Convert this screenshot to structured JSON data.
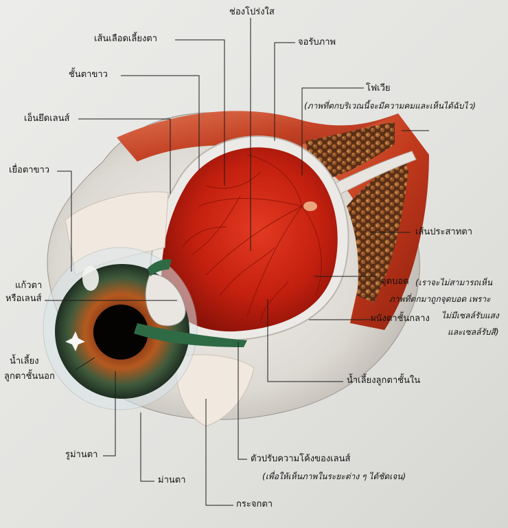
{
  "labels": {
    "vitreous_chamber": "ช่องโปร่งใส",
    "retinal_vessels": "เส้นเลือดเลี้ยงตา",
    "retina": "จอรับภาพ",
    "sclera": "ชั้นตาขาว",
    "fovea": "โฟเวีย",
    "fovea_note": "(ภาพที่ตกบริเวณนี้จะมีความคมและเห็นได้ฉับไว)",
    "lens_ligament": "เอ็นยึดเลนส์",
    "conjunctiva": "เยื่อตาขาว",
    "optic_nerve": "เส้นประสาทตา",
    "lens": "แก้วตา",
    "lens_2": "หรือเลนส์",
    "blind_spot": "จุดบอด",
    "blind_spot_note_1": "(เราจะไม่สามารถเห็น",
    "blind_spot_note_2": "ภาพที่ตกมาถูกจุดบอด   เพราะ",
    "blind_spot_note_3": "ไม่มีเซลล์รับแสง",
    "blind_spot_note_4": "และเซลล์รับสี)",
    "choroid": "ผนังตาชั้นกลาง",
    "aqueous_humor": "น้ำเลี้ยง",
    "aqueous_humor_2": "ลูกตาชั้นนอก",
    "vitreous_humor": "น้ำเลี้ยงลูกตาชั้นใน",
    "pupil": "รูม่านตา",
    "ciliary_muscle": "ตัวปรับความโค้งของเลนส์",
    "ciliary_note": "(เพื่อให้เห็นภาพในระยะต่าง ๆ ได้ชัดเจน)",
    "iris": "ม่านตา",
    "cornea": "กระจกตา"
  }
}
